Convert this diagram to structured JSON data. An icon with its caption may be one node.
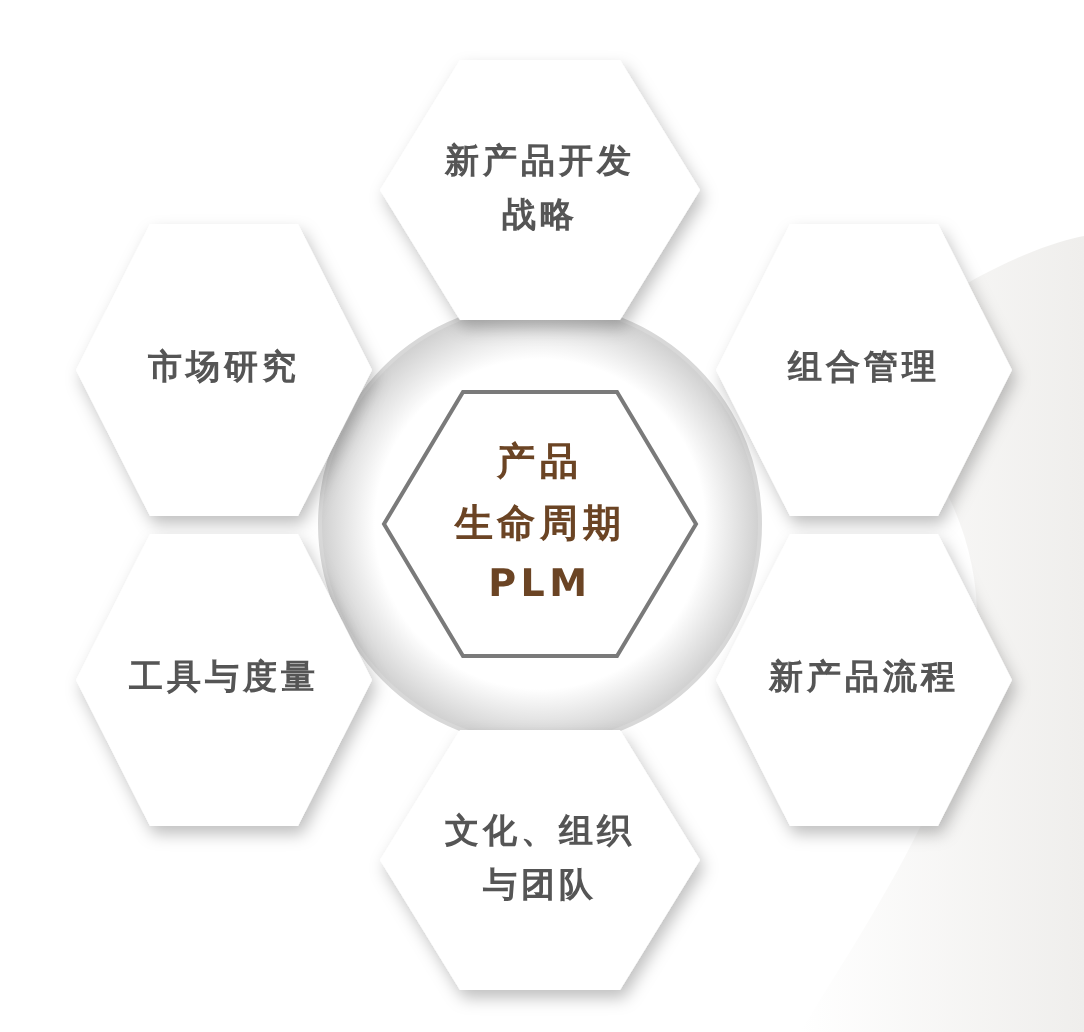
{
  "diagram": {
    "nodes": [
      {
        "text": [
          "新产品开发战略"
        ]
      },
      {
        "text": [
          "市场研究"
        ]
      },
      {
        "text": [
          "组合管理"
        ]
      },
      {
        "text": [
          "产品生命周期PLM"
        ]
      },
      {
        "text": [
          "工具与度量"
        ]
      },
      {
        "text": [
          "新产品流程"
        ]
      },
      {
        "text": [
          "文化、组织与团队"
        ]
      }
    ]
  }
}
